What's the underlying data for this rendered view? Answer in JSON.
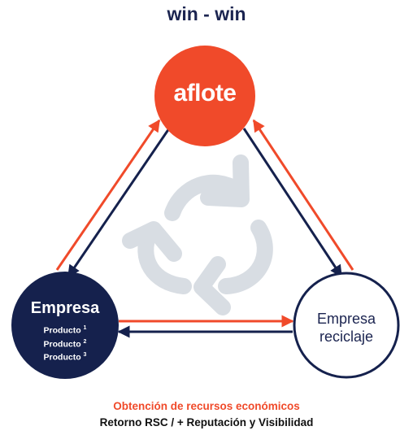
{
  "title": "win - win",
  "nodes": {
    "aflote": "aflote",
    "empresa": "Empresa",
    "productos": [
      "Producto",
      "Producto",
      "Producto"
    ],
    "producto_marks": [
      "1",
      "2",
      "3"
    ],
    "reciclaje_line1": "Empresa",
    "reciclaje_line2": "reciclaje"
  },
  "captions": {
    "orange": "Obtención de recursos económicos",
    "navy": "Retorno RSC / + Reputación y Visibilidad"
  },
  "colors": {
    "orange": "#f04a2a",
    "navy": "#15214d",
    "recycle_gray": "#d8dde3"
  },
  "icons": {
    "center": "recycle-icon"
  }
}
